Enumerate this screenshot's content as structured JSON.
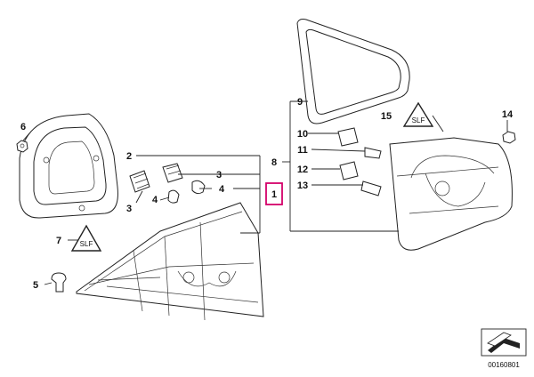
{
  "callouts": {
    "c1": "1",
    "c2": "2",
    "c3a": "3",
    "c3b": "3",
    "c4a": "4",
    "c4b": "4",
    "c5": "5",
    "c6": "6",
    "c7": "7",
    "c8": "8",
    "c9": "9",
    "c10": "10",
    "c11": "11",
    "c12": "12",
    "c13": "13",
    "c14": "14",
    "c15": "15"
  },
  "warning_badge_text": "SLF",
  "diagram_number": "00160801",
  "colors": {
    "highlight": "#d4006a",
    "line": "#222222"
  }
}
